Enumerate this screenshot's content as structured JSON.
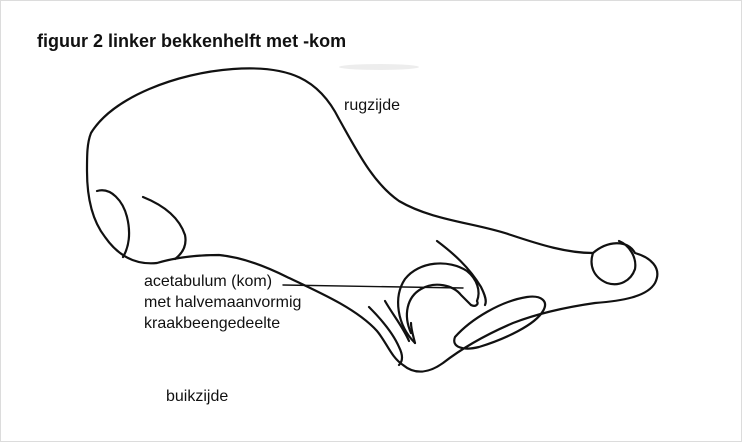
{
  "figure": {
    "title": "figuur 2 linker bekkenhelft met -kom"
  },
  "labels": {
    "dorsal": "rugzijde",
    "ventral": "buikzijde",
    "acetabulum": {
      "line1": "acetabulum (kom)",
      "line2": "met halvemaanvormig",
      "line3": "kraakbeengedeelte"
    }
  },
  "colors": {
    "ink": "#111111",
    "background": "#ffffff"
  }
}
